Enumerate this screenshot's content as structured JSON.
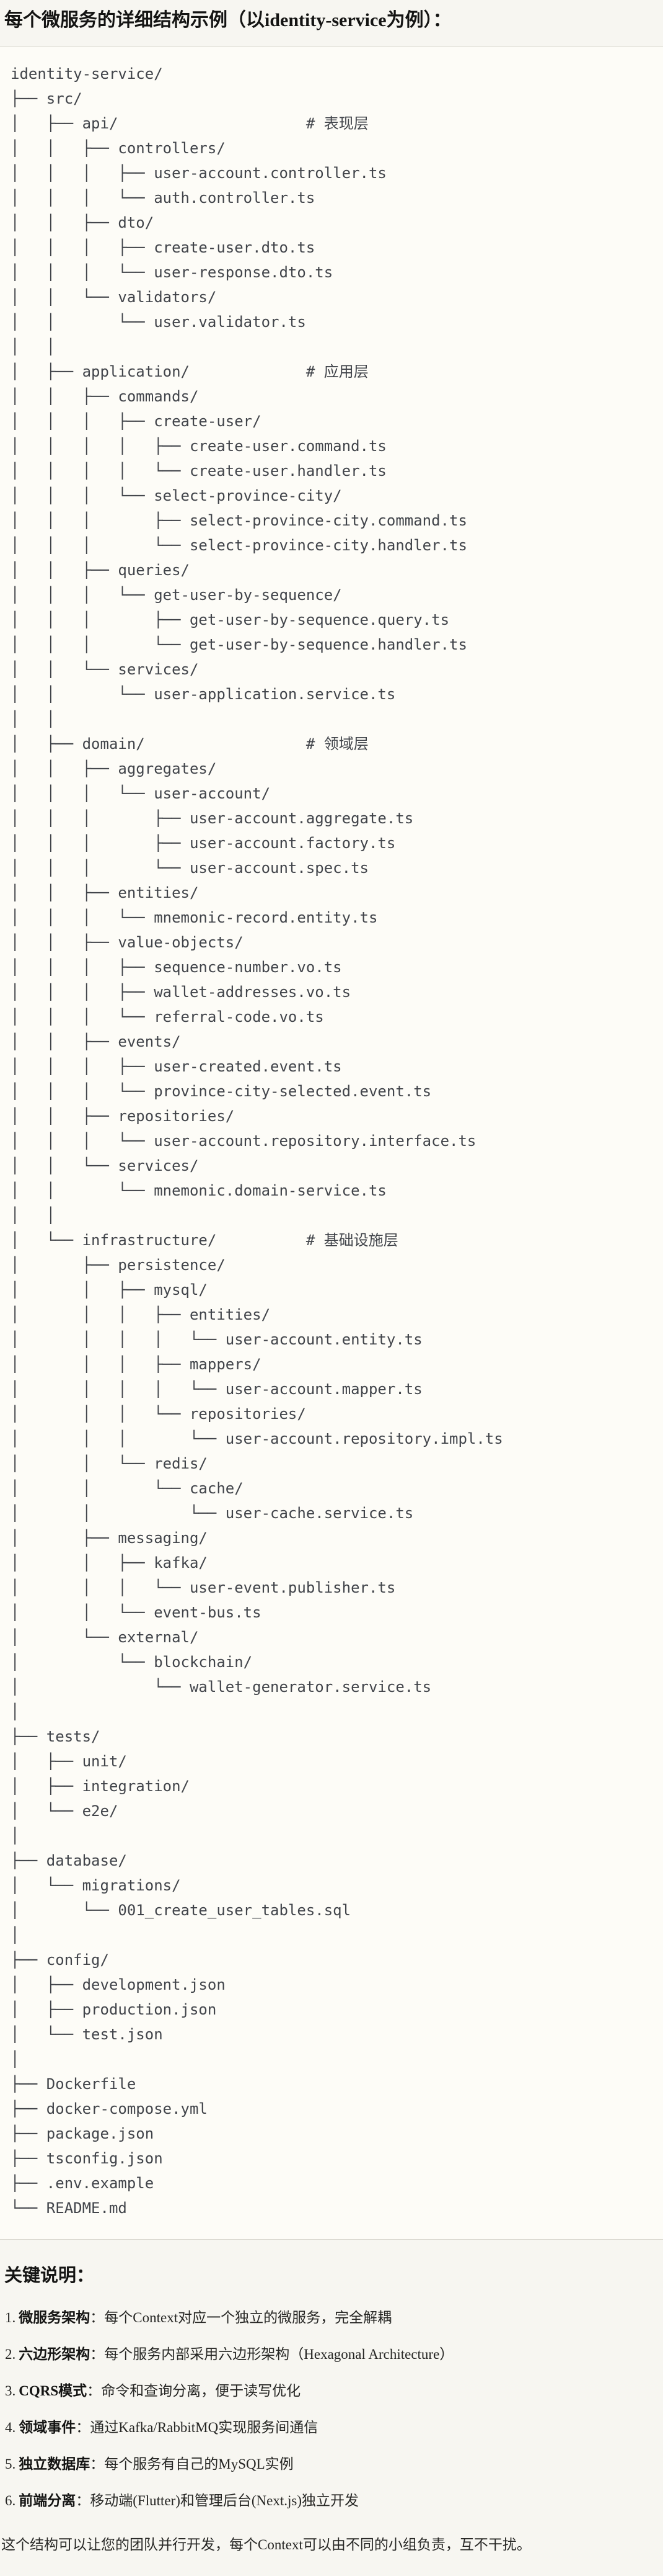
{
  "page": {
    "title": "每个微服务的详细结构示例（以identity-service为例）：",
    "notes_heading": "关键说明：",
    "closing": "这个结构可以让您的团队并行开发，每个Context可以由不同的小组负责，互不干扰。"
  },
  "tree": {
    "lines": [
      "identity-service/",
      "├── src/",
      "│   ├── api/                     # 表现层",
      "│   │   ├── controllers/",
      "│   │   │   ├── user-account.controller.ts",
      "│   │   │   └── auth.controller.ts",
      "│   │   ├── dto/",
      "│   │   │   ├── create-user.dto.ts",
      "│   │   │   └── user-response.dto.ts",
      "│   │   └── validators/",
      "│   │       └── user.validator.ts",
      "│   │",
      "│   ├── application/             # 应用层",
      "│   │   ├── commands/",
      "│   │   │   ├── create-user/",
      "│   │   │   │   ├── create-user.command.ts",
      "│   │   │   │   └── create-user.handler.ts",
      "│   │   │   └── select-province-city/",
      "│   │   │       ├── select-province-city.command.ts",
      "│   │   │       └── select-province-city.handler.ts",
      "│   │   ├── queries/",
      "│   │   │   └── get-user-by-sequence/",
      "│   │   │       ├── get-user-by-sequence.query.ts",
      "│   │   │       └── get-user-by-sequence.handler.ts",
      "│   │   └── services/",
      "│   │       └── user-application.service.ts",
      "│   │",
      "│   ├── domain/                  # 领域层",
      "│   │   ├── aggregates/",
      "│   │   │   └── user-account/",
      "│   │   │       ├── user-account.aggregate.ts",
      "│   │   │       ├── user-account.factory.ts",
      "│   │   │       └── user-account.spec.ts",
      "│   │   ├── entities/",
      "│   │   │   └── mnemonic-record.entity.ts",
      "│   │   ├── value-objects/",
      "│   │   │   ├── sequence-number.vo.ts",
      "│   │   │   ├── wallet-addresses.vo.ts",
      "│   │   │   └── referral-code.vo.ts",
      "│   │   ├── events/",
      "│   │   │   ├── user-created.event.ts",
      "│   │   │   └── province-city-selected.event.ts",
      "│   │   ├── repositories/",
      "│   │   │   └── user-account.repository.interface.ts",
      "│   │   └── services/",
      "│   │       └── mnemonic.domain-service.ts",
      "│   │",
      "│   └── infrastructure/          # 基础设施层",
      "│       ├── persistence/",
      "│       │   ├── mysql/",
      "│       │   │   ├── entities/",
      "│       │   │   │   └── user-account.entity.ts",
      "│       │   │   ├── mappers/",
      "│       │   │   │   └── user-account.mapper.ts",
      "│       │   │   └── repositories/",
      "│       │   │       └── user-account.repository.impl.ts",
      "│       │   └── redis/",
      "│       │       └── cache/",
      "│       │           └── user-cache.service.ts",
      "│       ├── messaging/",
      "│       │   ├── kafka/",
      "│       │   │   └── user-event.publisher.ts",
      "│       │   └── event-bus.ts",
      "│       └── external/",
      "│           └── blockchain/",
      "│               └── wallet-generator.service.ts",
      "│",
      "├── tests/",
      "│   ├── unit/",
      "│   ├── integration/",
      "│   └── e2e/",
      "│",
      "├── database/",
      "│   └── migrations/",
      "│       └── 001_create_user_tables.sql",
      "│",
      "├── config/",
      "│   ├── development.json",
      "│   ├── production.json",
      "│   └── test.json",
      "│",
      "├── Dockerfile",
      "├── docker-compose.yml",
      "├── package.json",
      "├── tsconfig.json",
      "├── .env.example",
      "└── README.md"
    ]
  },
  "notes": {
    "items": [
      {
        "num": "1.",
        "label": "微服务架构",
        "text": "：每个Context对应一个独立的微服务，完全解耦"
      },
      {
        "num": "2.",
        "label": "六边形架构",
        "text": "：每个服务内部采用六边形架构（Hexagonal Architecture）"
      },
      {
        "num": "3.",
        "label": "CQRS模式",
        "text": "：命令和查询分离，便于读写优化"
      },
      {
        "num": "4.",
        "label": "领域事件",
        "text": "：通过Kafka/RabbitMQ实现服务间通信"
      },
      {
        "num": "5.",
        "label": "独立数据库",
        "text": "：每个服务有自己的MySQL实例"
      },
      {
        "num": "6.",
        "label": "前端分离",
        "text": "：移动端(Flutter)和管理后台(Next.js)独立开发"
      }
    ]
  },
  "colors": {
    "page_background": "#f7f6f1",
    "code_background": "#fdfcf7",
    "code_border": "#d9d7cf",
    "code_text": "#41444a",
    "heading_text": "#141413",
    "body_text": "#262624"
  }
}
